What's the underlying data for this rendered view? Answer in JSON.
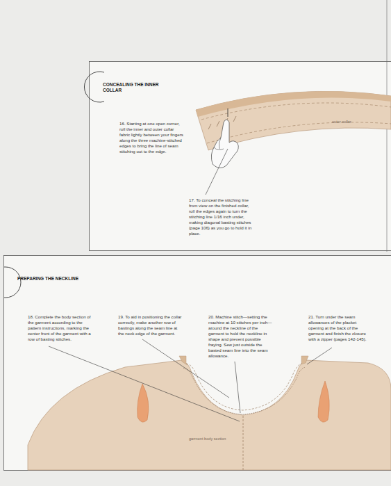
{
  "diagram": {
    "nodes": [
      {
        "text": [
          "CONCEALING THE INNER COLLAR"
        ]
      },
      {
        "text": [
          "PREPARING THE NECKLINE"
        ]
      }
    ],
    "labels": [
      "16. Starting at one open corner, roll the inner and outer collar fabric lightly between your fingers along the three machine-stitched edges to bring the line of seam stitching out to the edge.",
      "outer collar",
      "17. To conceal the stitching line from view on the finished collar, roll the edges again to turn the stitching line 1/16 inch under, making diagonal basting stitches (page 106) as you go to hold it in place.",
      "18. Complete the body section of the garment according to the pattern instructions, marking the center front of the garment with a row of basting stitches.",
      "19. To aid in positioning the collar correctly, make another row of bastings along the seam line at the neck edge of the garment.",
      "20. Machine stitch—setting the machine at 10 stitches per inch—around the neckline of the garment to hold the neckline in shape and prevent possible fraying. Sew just outside the basted seam line into the seam allowance.",
      "21. Turn under the seam allowances of the placket opening at the back of the garment and finish the closure with a zipper (pages 142-145).",
      "garment body section"
    ]
  }
}
